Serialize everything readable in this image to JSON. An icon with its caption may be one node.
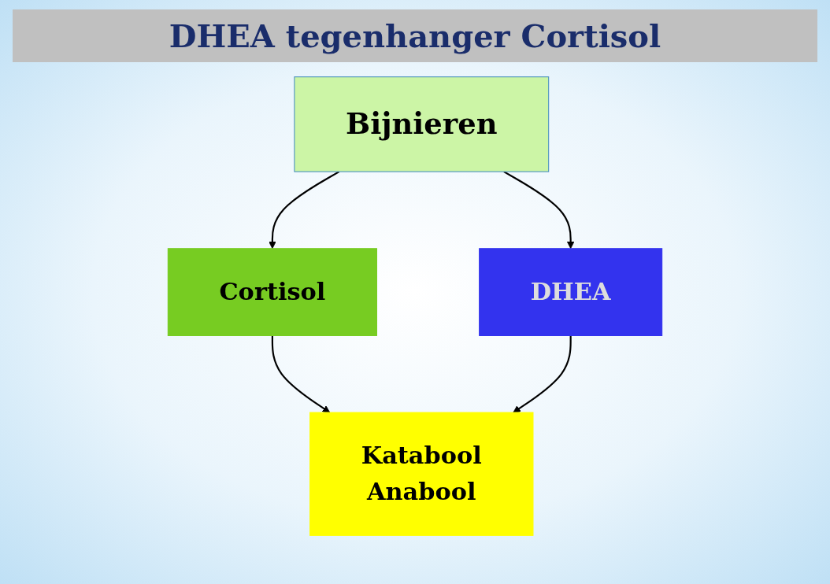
{
  "diagram": {
    "title": "DHEA tegenhanger Cortisol",
    "nodes": [
      {
        "text": [
          "Bijnieren"
        ]
      },
      {
        "text": [
          "Cortisol"
        ]
      },
      {
        "text": [
          "DHEA"
        ]
      },
      {
        "text": [
          "Katabool",
          "Anabool"
        ]
      }
    ],
    "edges": [
      {
        "from": 0,
        "to": 1,
        "arrow": "to"
      },
      {
        "from": 0,
        "to": 2,
        "arrow": "to"
      },
      {
        "from": 1,
        "to": 3,
        "arrow": "to"
      },
      {
        "from": 2,
        "to": 3,
        "arrow": "to"
      }
    ]
  }
}
